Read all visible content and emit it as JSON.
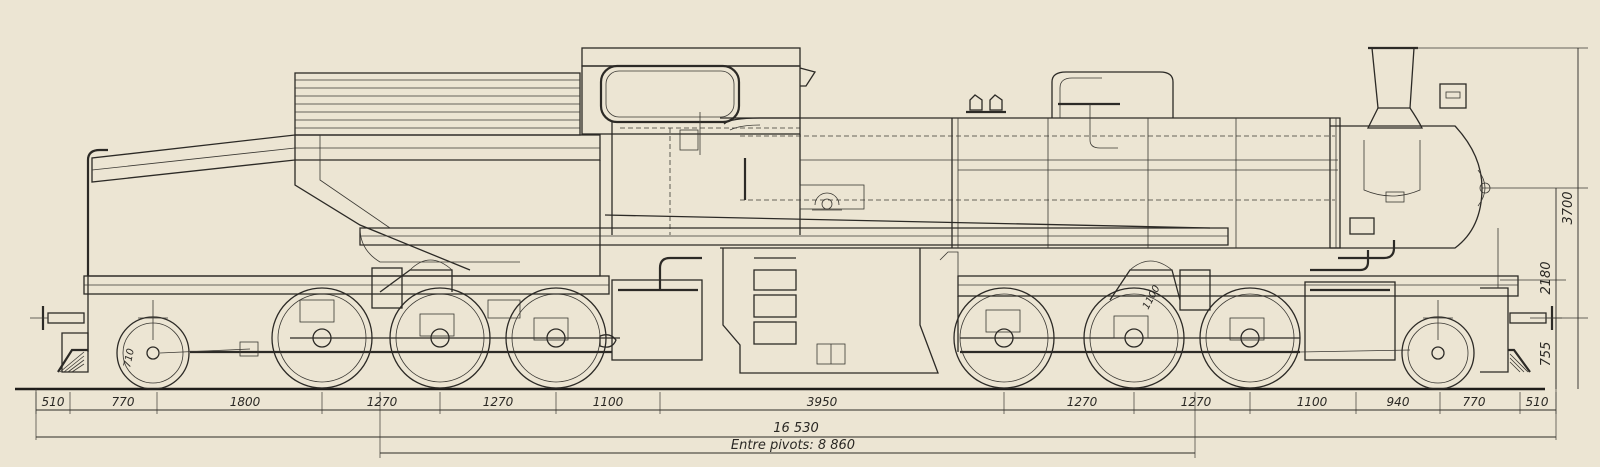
{
  "bottom_dimensions": [
    "510",
    "770",
    "1800",
    "1270",
    "1270",
    "1100",
    "3950",
    "1270",
    "1270",
    "1100",
    "940",
    "770",
    "510"
  ],
  "total_length": "16 530",
  "pivot_label": "Entre pivots: 8 860",
  "vertical_dimensions": [
    "3700",
    "2180",
    "755"
  ],
  "wheel_labels": {
    "front_bogie": "710",
    "rear_driver": "1100"
  }
}
